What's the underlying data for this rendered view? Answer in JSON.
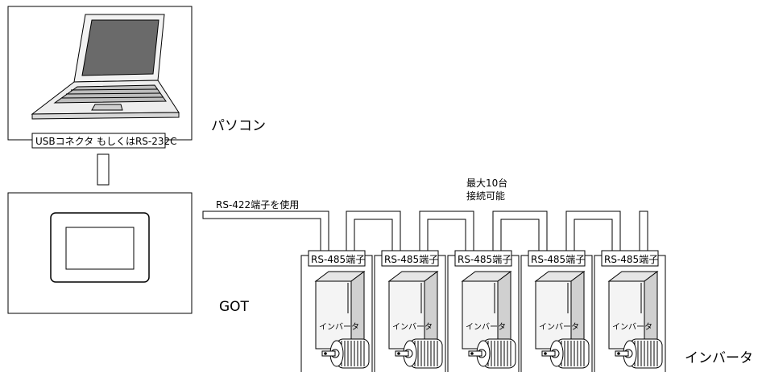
{
  "labels": {
    "pc": "パソコン",
    "pc_connector": "USBコネクタ もしくはRS-232C",
    "got": "GOT",
    "rs422": "RS-422端子を使用",
    "max_line1": "最大10台",
    "max_line2": "接続可能",
    "inverter_group": "インバータ"
  },
  "inverters": [
    {
      "terminal": "RS-485端子",
      "label": "インバータ"
    },
    {
      "terminal": "RS-485端子",
      "label": "インバータ"
    },
    {
      "terminal": "RS-485端子",
      "label": "インバータ"
    },
    {
      "terminal": "RS-485端子",
      "label": "インバータ"
    },
    {
      "terminal": "RS-485端子",
      "label": "インバータ"
    }
  ]
}
